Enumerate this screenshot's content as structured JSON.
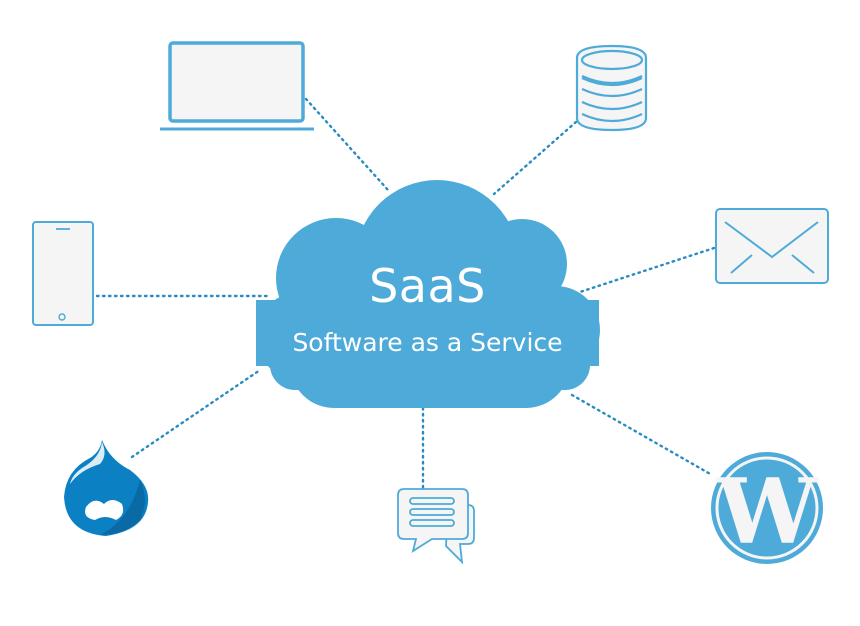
{
  "diagram": {
    "title": "SaaS",
    "subtitle": "Software as a Service",
    "colors": {
      "cloud": "#4eabd9",
      "icon_stroke": "#4eabd9",
      "icon_fill": "#f5f5f5",
      "connector": "#2a8bc0",
      "drupal_blue": "#0b81c4",
      "drupal_dark": "#0a6aa6",
      "wordpress": "#4eabd9",
      "background": "#ffffff"
    },
    "nodes": [
      {
        "id": "laptop",
        "icon": "laptop-icon"
      },
      {
        "id": "database",
        "icon": "database-icon"
      },
      {
        "id": "smartphone",
        "icon": "smartphone-icon"
      },
      {
        "id": "email",
        "icon": "envelope-icon"
      },
      {
        "id": "drupal",
        "icon": "drupal-logo-icon"
      },
      {
        "id": "chat",
        "icon": "chat-bubbles-icon"
      },
      {
        "id": "wordpress",
        "icon": "wordpress-logo-icon"
      }
    ]
  }
}
